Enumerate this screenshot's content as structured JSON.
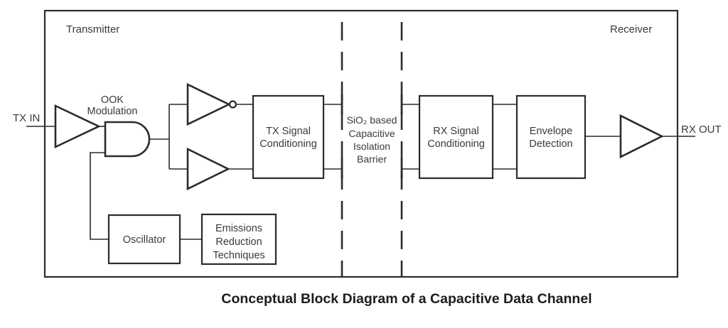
{
  "regions": {
    "transmitter": "Transmitter",
    "receiver": "Receiver"
  },
  "ports": {
    "tx_in": "TX IN",
    "rx_out": "RX OUT"
  },
  "modulator": {
    "label_line1": "OOK",
    "label_line2": "Modulation"
  },
  "blocks": {
    "tx_conditioning": {
      "lines": [
        "TX Signal",
        "Conditioning"
      ]
    },
    "rx_conditioning": {
      "lines": [
        "RX Signal",
        "Conditioning"
      ]
    },
    "envelope_detection": {
      "lines": [
        "Envelope",
        "Detection"
      ]
    },
    "oscillator": {
      "label": "Oscillator"
    },
    "emissions": {
      "lines": [
        "Emissions",
        "Reduction",
        "Techniques"
      ]
    }
  },
  "barrier": {
    "lines": [
      "SiO₂ based",
      "Capacitive",
      "Isolation",
      "Barrier"
    ]
  },
  "caption": "Conceptual Block Diagram of a Capacitive Data Channel",
  "colors": {
    "line": "#2b2b2b",
    "text": "#3a3a3a",
    "caption": "#1c1c1c",
    "background": "#ffffff"
  }
}
